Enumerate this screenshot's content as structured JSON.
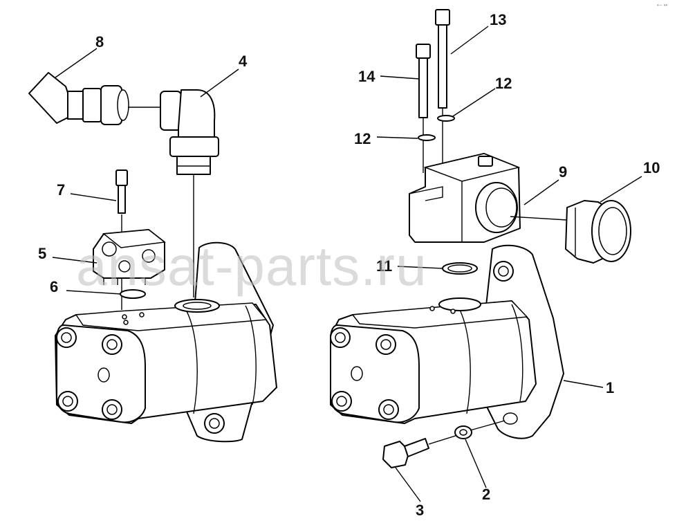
{
  "watermark": "ansat-parts.ru",
  "corner_mark": "•− ••",
  "callouts": [
    {
      "id": "8",
      "label": "8"
    },
    {
      "id": "4",
      "label": "4"
    },
    {
      "id": "7",
      "label": "7"
    },
    {
      "id": "5",
      "label": "5"
    },
    {
      "id": "6",
      "label": "6"
    },
    {
      "id": "13",
      "label": "13"
    },
    {
      "id": "12a",
      "label": "12"
    },
    {
      "id": "14",
      "label": "14"
    },
    {
      "id": "12b",
      "label": "12"
    },
    {
      "id": "9",
      "label": "9"
    },
    {
      "id": "10",
      "label": "10"
    },
    {
      "id": "11",
      "label": "11"
    },
    {
      "id": "1",
      "label": "1"
    },
    {
      "id": "2",
      "label": "2"
    },
    {
      "id": "3",
      "label": "3"
    }
  ]
}
